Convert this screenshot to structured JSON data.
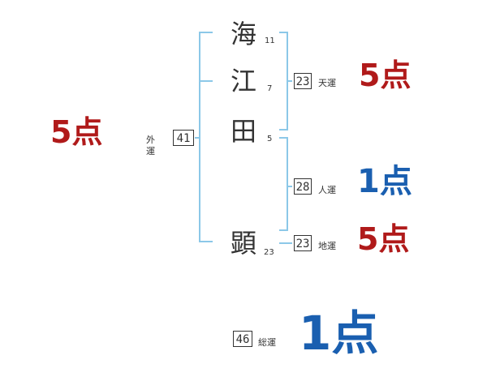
{
  "colors": {
    "bracket": "#8cc8e8",
    "score_red": "#b01a1a",
    "score_blue": "#1a5fb0",
    "text": "#333333"
  },
  "name": {
    "characters": [
      {
        "char": "海",
        "strokes": "11"
      },
      {
        "char": "江",
        "strokes": "7"
      },
      {
        "char": "田",
        "strokes": "5"
      },
      {
        "char": "顕",
        "strokes": "23"
      }
    ]
  },
  "fortunes": {
    "gaiun": {
      "value": "41",
      "label": "外運",
      "score": "5点",
      "color": "red"
    },
    "tenun": {
      "value": "23",
      "label": "天運",
      "score": "5点",
      "color": "red"
    },
    "jinun": {
      "value": "28",
      "label": "人運",
      "score": "1点",
      "color": "blue"
    },
    "chiun": {
      "value": "23",
      "label": "地運",
      "score": "5点",
      "color": "red"
    },
    "souun": {
      "value": "46",
      "label": "総運",
      "score": "1点",
      "color": "blue"
    }
  }
}
